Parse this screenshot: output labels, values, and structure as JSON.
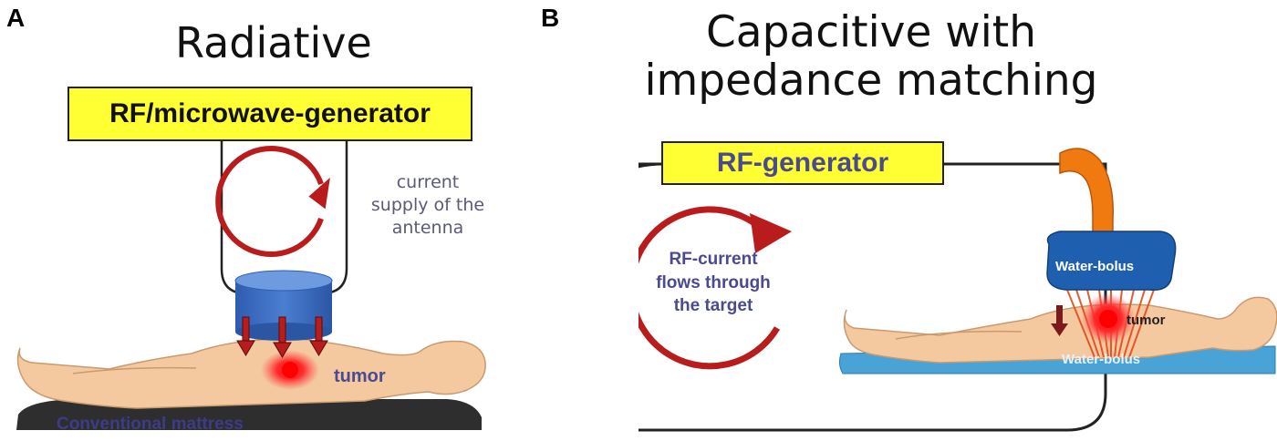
{
  "panel_a": {
    "letter": "A",
    "title": "Radiative",
    "generator_label": "RF/microwave-generator",
    "supply_text": [
      "current",
      "supply of the",
      "antenna"
    ],
    "tumor_label": "tumor",
    "mattress_label": "Conventional mattress"
  },
  "panel_b": {
    "letter": "B",
    "title_lines": [
      "Capacitive with",
      "impedance matching"
    ],
    "generator_label": "RF-generator",
    "current_text": [
      "RF-current",
      "flows through",
      "the target"
    ],
    "bolus_top_label": "Water-bolus",
    "bolus_bottom_label": "Water-bolus",
    "tumor_label": "tumor"
  },
  "colors": {
    "generator_yellow": "#ffff33",
    "arrow_red": "#b81c1c",
    "skin": "#f5c9a0",
    "antenna_blue": "#3f6fc4",
    "bolus_blue": "#1f5fb0",
    "water_light": "#4aa3d6",
    "cable_orange": "#f07a10",
    "mattress_dark": "#2e2e2e",
    "text_blue": "#4a4a90"
  }
}
